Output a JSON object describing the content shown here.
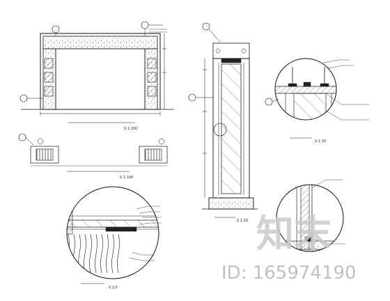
{
  "drawing": {
    "type": "CAD construction detail sheet",
    "line_color": "#111111",
    "paper_color": "#ffffff"
  },
  "views": {
    "elevation": {
      "scale": "S 1:100"
    },
    "plan": {
      "scale": "S 1:100"
    },
    "detail_a": {
      "scale": "S 1:5"
    },
    "detail_b": {
      "scale": "S 1:10"
    },
    "column_section": {
      "scale": "S 1:20"
    },
    "detail_c": {
      "scale": ""
    }
  },
  "watermark": {
    "logo_text": "知末",
    "id_label": "ID: 165974190",
    "color": "#c9c9c9"
  }
}
